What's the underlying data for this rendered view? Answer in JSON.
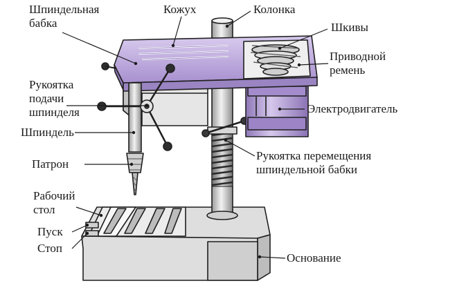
{
  "labels": {
    "spindle_head": "Шпиндельная\nбабка",
    "cover": "Кожух",
    "column": "Колонка",
    "pulleys": "Шкивы",
    "drive_belt": "Приводной\nремень",
    "feed_handle": "Рукоятка\nподачи\nшпинделя",
    "motor": "Электродвигатель",
    "spindle": "Шпиндель",
    "chuck": "Патрон",
    "head_move_handle": "Рукоятка перемещения\nшпиндельной бабки",
    "work_table": "Рабочий\nстол",
    "start": "Пуск",
    "stop": "Стоп",
    "base": "Основание"
  },
  "colors": {
    "housing": "#b9a3d9",
    "housing_dark": "#8f78b8",
    "metal": "#e4e4e4",
    "metal_dark": "#a9a9a9",
    "outline": "#1f1f1f"
  }
}
